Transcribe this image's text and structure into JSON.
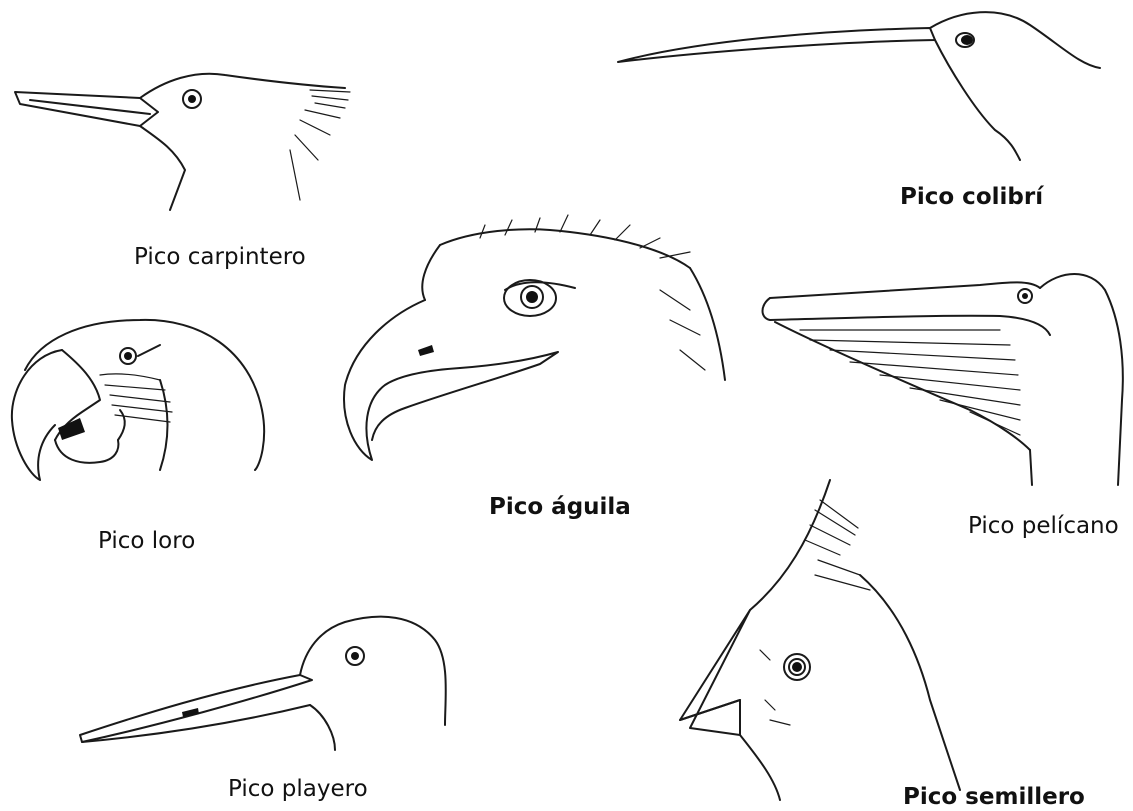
{
  "labels": {
    "carpintero": "Pico carpintero",
    "colibri": "Pico colibrí",
    "loro": "Pico loro",
    "aguila": "Pico águila",
    "pelicano": "Pico pelícano",
    "playero": "Pico playero",
    "semillero": "Pico semillero"
  }
}
